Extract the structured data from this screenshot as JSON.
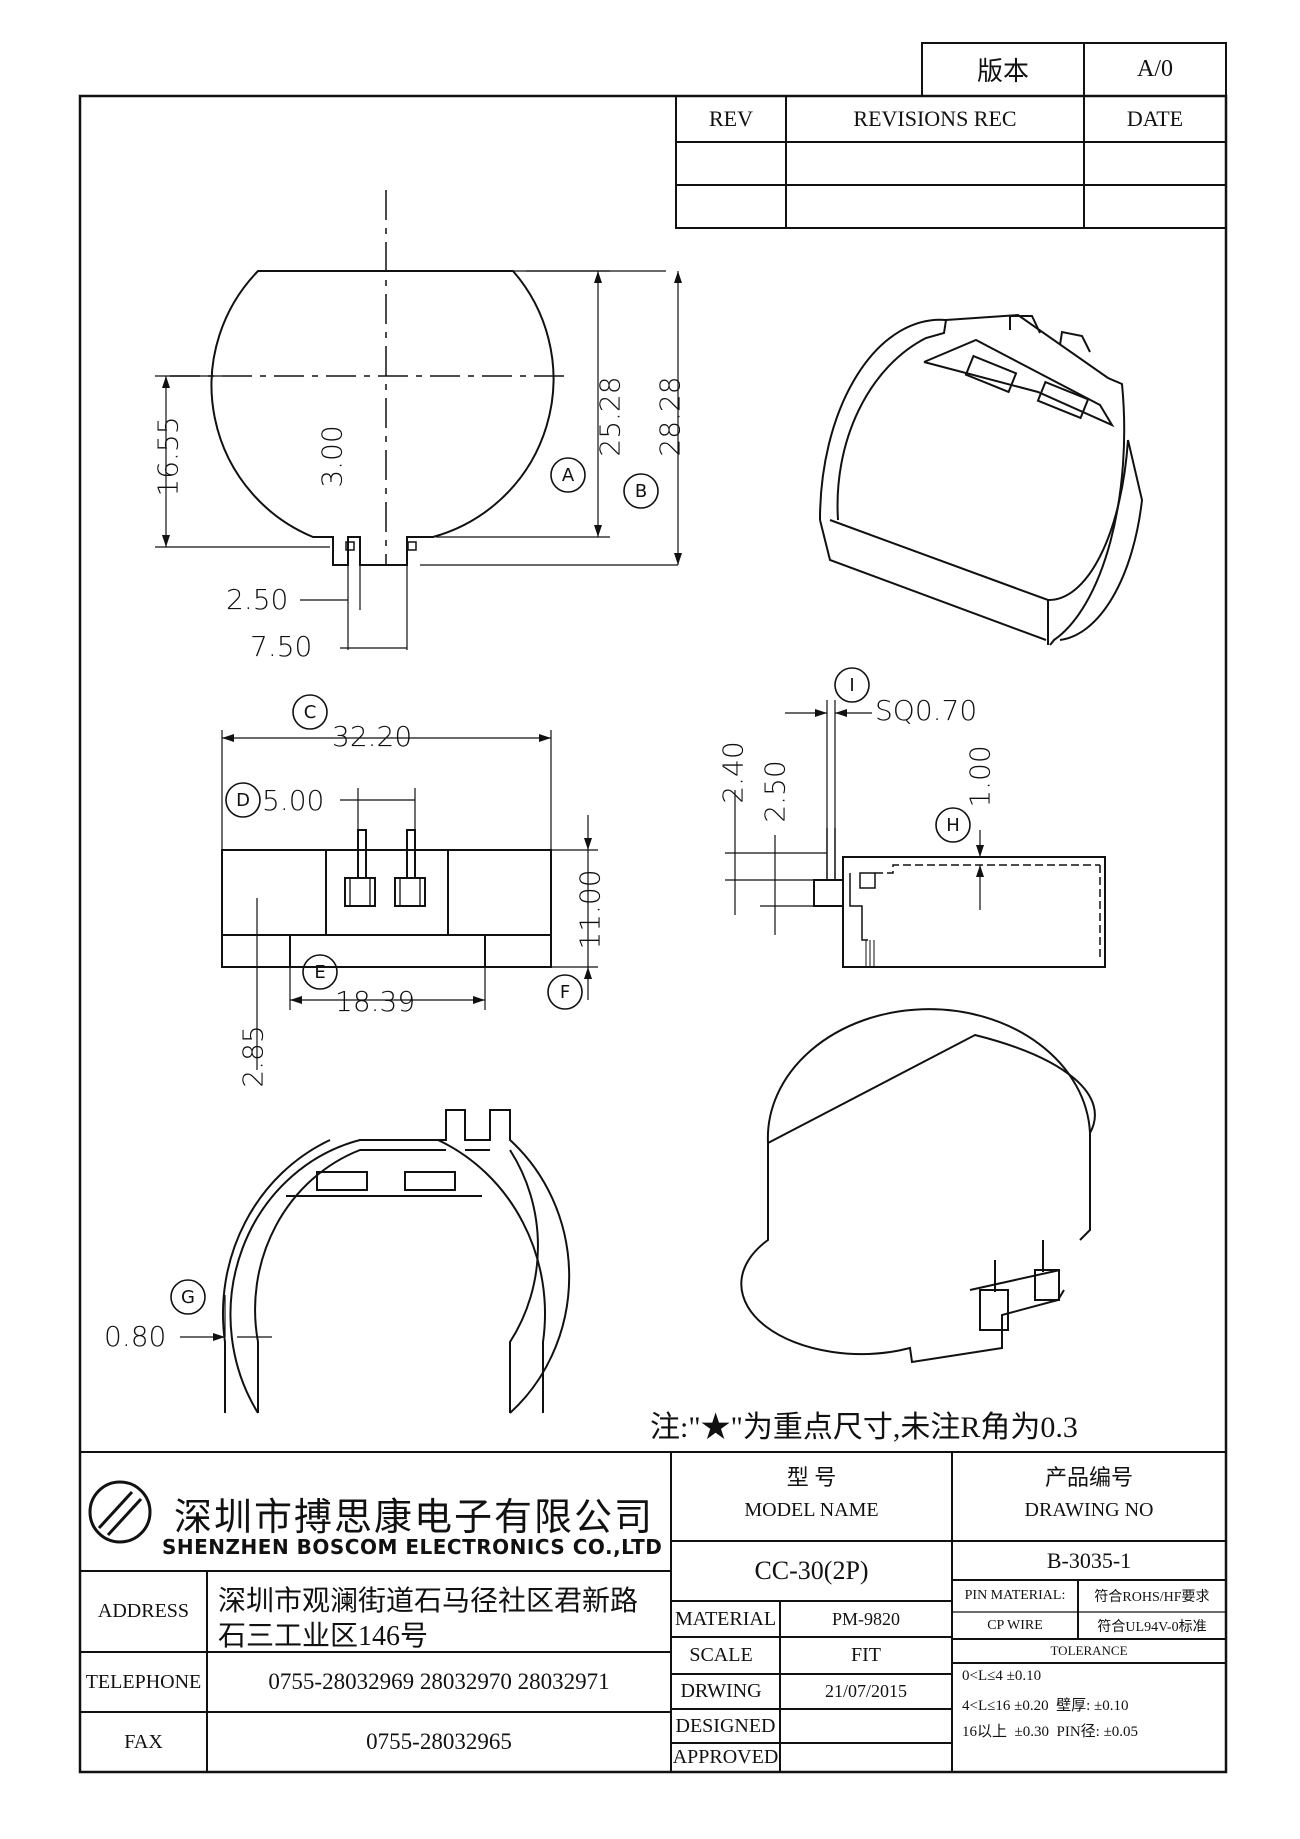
{
  "version_box": {
    "label": "版本",
    "value": "A/0"
  },
  "revision_table": {
    "headers": [
      "REV",
      "REVISIONS REC",
      "DATE"
    ],
    "rows": [
      [
        "",
        "",
        ""
      ],
      [
        "",
        "",
        ""
      ]
    ]
  },
  "dimensions": {
    "d_16_55": "16.55",
    "d_3_00": "3.00",
    "d_25_28": "25.28",
    "d_28_28": "28.28",
    "d_2_50": "2.50",
    "d_7_50": "7.50",
    "d_32_20": "32.20",
    "d_5_00": "5.00",
    "d_11_00": "11.00",
    "d_18_39": "18.39",
    "d_2_85": "2.85",
    "d_sq070": "SQ0.70",
    "d_2_40": "2.40",
    "d_2_50b": "2.50",
    "d_1_00": "1.00",
    "d_0_80": "0.80"
  },
  "callouts": {
    "A": "A",
    "B": "B",
    "C": "C",
    "D": "D",
    "E": "E",
    "F": "F",
    "G": "G",
    "H": "H",
    "I": "I"
  },
  "note": "注:\"★\"为重点尺寸,未注R角为0.3",
  "title_block": {
    "company_cn": "深圳市搏思康电子有限公司",
    "company_en": "SHENZHEN BOSCOM ELECTRONICS CO.,LTD",
    "address_label": "ADDRESS",
    "address_line1": "深圳市观澜街道石马径社区君新路",
    "address_line2": "石三工业区146号",
    "telephone_label": "TELEPHONE",
    "telephone": "0755-28032969 28032970 28032971",
    "fax_label": "FAX",
    "fax": "0755-28032965",
    "model_cn": "型 号",
    "model_en": "MODEL NAME",
    "model_value": "CC-30(2P)",
    "drawing_no_cn": "产品编号",
    "drawing_no_en": "DRAWING NO",
    "drawing_no_value": "B-3035-1",
    "material_label": "MATERIAL",
    "material_value": "PM-9820",
    "scale_label": "SCALE",
    "scale_value": "FIT",
    "drwing_label": "DRWING",
    "drwing_value": "21/07/2015",
    "designed_label": "DESIGNED",
    "designed_value": "",
    "approved_label": "APPROVED",
    "approved_value": "",
    "pin_material_label": "PIN MATERIAL:",
    "pin_material_value": "符合ROHS/HF要求",
    "cp_wire_label": "CP WIRE",
    "cp_wire_value": "符合UL94V-0标准",
    "tolerance_label": "TOLERANCE",
    "tol_line1": "0<L≤4 ±0.10",
    "tol_line2": "4<L≤16 ±0.20  壁厚: ±0.10",
    "tol_line3": "16以上  ±0.30  PIN径: ±0.05"
  },
  "colors": {
    "line": "#111111",
    "background": "#ffffff"
  }
}
